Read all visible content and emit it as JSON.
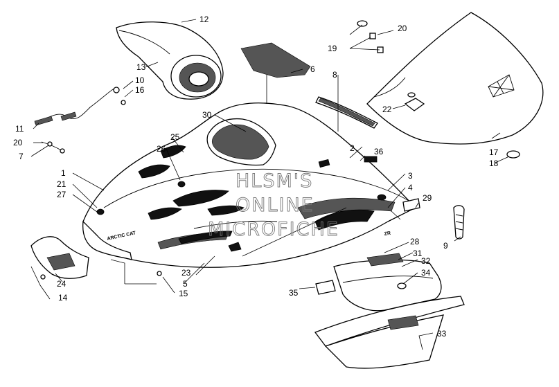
{
  "watermark": {
    "line1": "HLSM'S",
    "line2": "ONLINE",
    "line3": "MICROFICHE"
  },
  "decals": {
    "brand": "ARCTIC CAT",
    "model": "ZR"
  },
  "callouts": {
    "c1": "1",
    "c2": "2",
    "c3": "3",
    "c4": "4",
    "c5": "5",
    "c6": "6",
    "c7": "7",
    "c8": "8",
    "c9": "9",
    "c10": "10",
    "c11": "11",
    "c12": "12",
    "c13": "13",
    "c14": "14",
    "c15": "15",
    "c16": "16",
    "c17": "17",
    "c18": "18",
    "c19": "19",
    "c20a": "20",
    "c20b": "20",
    "c21": "21",
    "c22": "22",
    "c23": "23",
    "c24": "24",
    "c25": "25",
    "c26": "26",
    "c27": "27",
    "c28": "28",
    "c29": "29",
    "c30": "30",
    "c31": "31",
    "c32": "32",
    "c33": "33",
    "c34": "34",
    "c35": "35",
    "c36": "36"
  }
}
